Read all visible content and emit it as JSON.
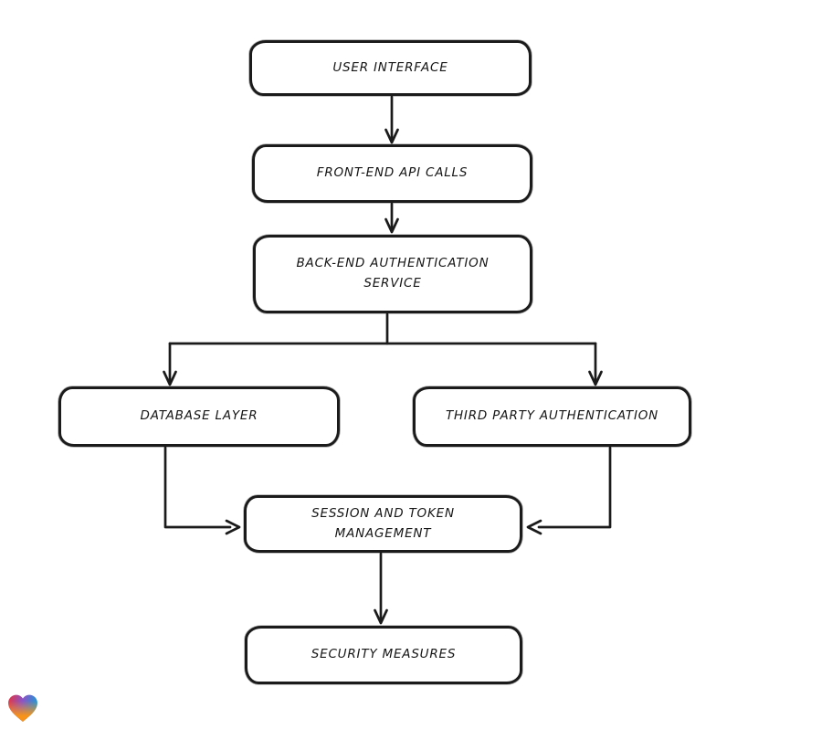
{
  "diagram": {
    "type": "flowchart",
    "style": "hand-drawn",
    "direction": "top-down",
    "nodes": [
      {
        "id": "user-interface",
        "label": "USER INTERFACE"
      },
      {
        "id": "front-end-api-calls",
        "label": "FRONT-END API CALLS"
      },
      {
        "id": "back-end-authentication-service",
        "label": "BACK-END AUTHENTICATION SERVICE"
      },
      {
        "id": "database-layer",
        "label": "DATABASE LAYER"
      },
      {
        "id": "third-party-authentication",
        "label": "THIRD PARTY AUTHENTICATION"
      },
      {
        "id": "session-and-token-management",
        "label": "SESSION AND TOKEN MANAGEMENT"
      },
      {
        "id": "security-measures",
        "label": "SECURITY MEASURES"
      }
    ],
    "edges": [
      {
        "from": "user-interface",
        "to": "front-end-api-calls"
      },
      {
        "from": "front-end-api-calls",
        "to": "back-end-authentication-service"
      },
      {
        "from": "back-end-authentication-service",
        "to": "database-layer"
      },
      {
        "from": "back-end-authentication-service",
        "to": "third-party-authentication"
      },
      {
        "from": "database-layer",
        "to": "session-and-token-management"
      },
      {
        "from": "third-party-authentication",
        "to": "session-and-token-management"
      },
      {
        "from": "session-and-token-management",
        "to": "security-measures"
      }
    ],
    "colors": {
      "stroke": "#1b1b1b",
      "box_fill": "#ffffff",
      "background": "#ffffff"
    }
  },
  "branding": {
    "logo_icon": "gradient-heart-icon",
    "logo_colors": {
      "red": "#e8343c",
      "purple": "#8c52c5",
      "blue": "#1f9ad6",
      "orange": "#f7931a"
    }
  }
}
